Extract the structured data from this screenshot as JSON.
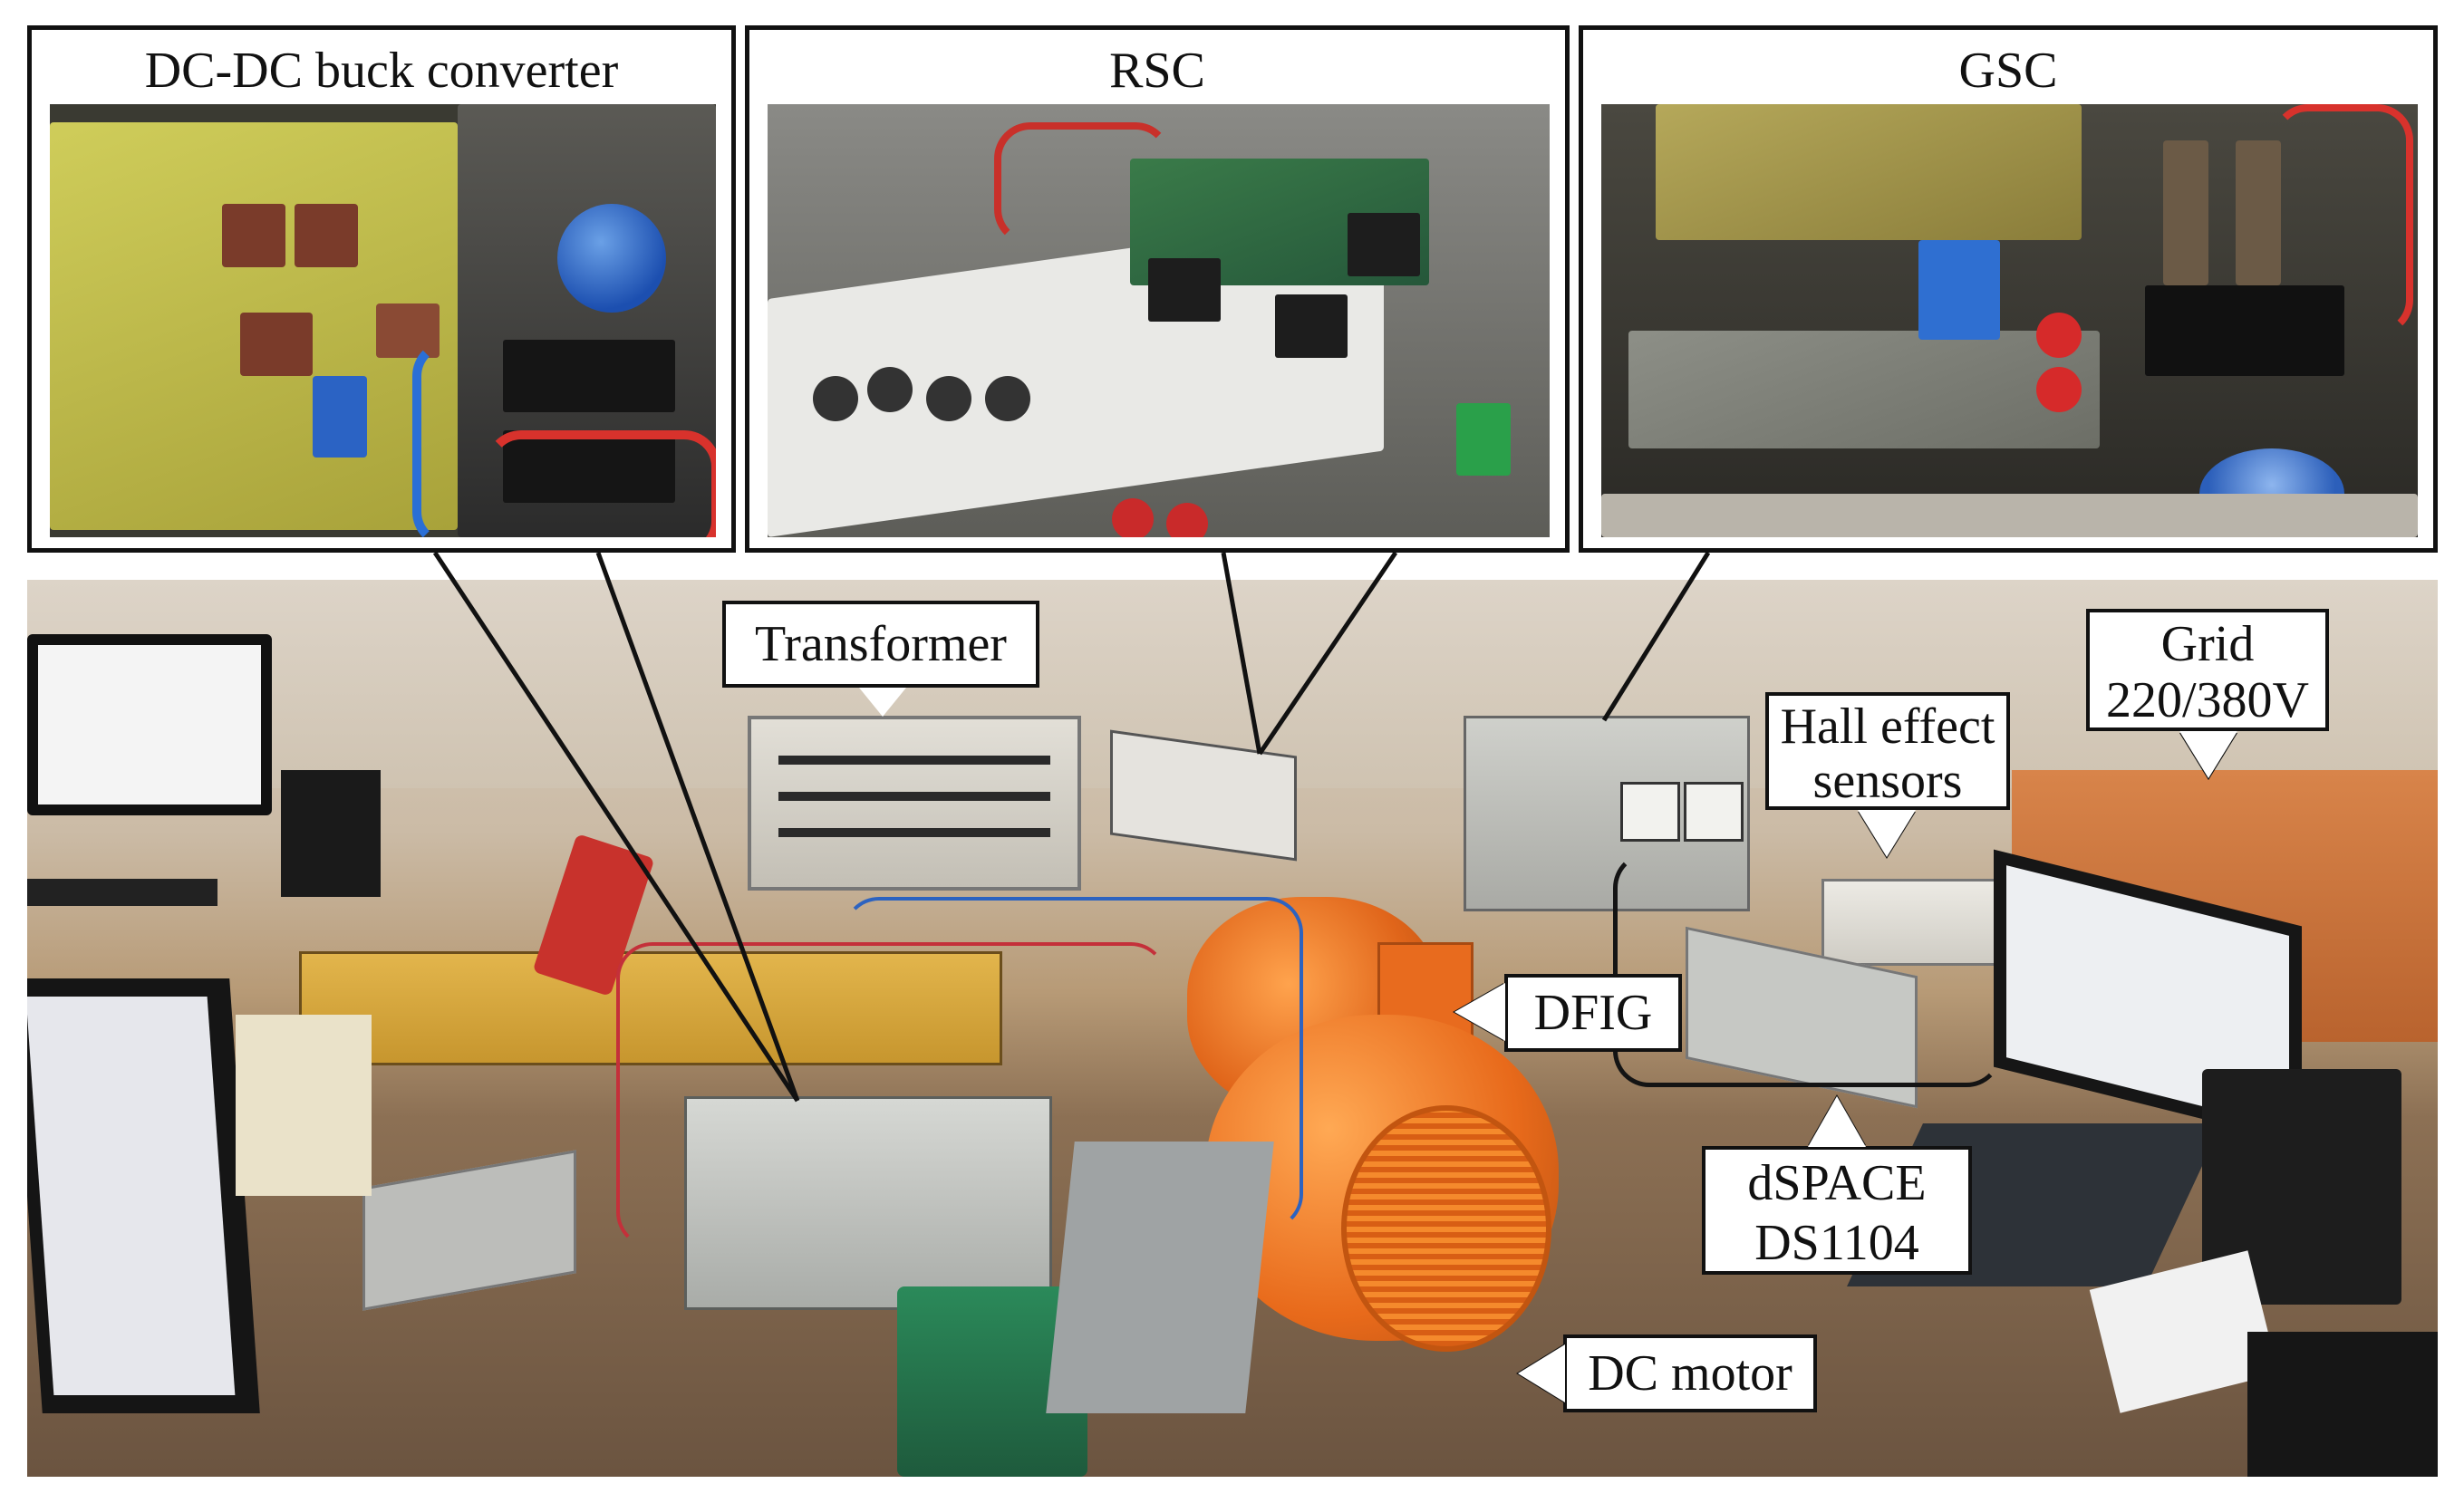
{
  "insets": {
    "buck": {
      "title": "DC-DC buck converter"
    },
    "rsc": {
      "title": "RSC"
    },
    "gsc": {
      "title": "GSC"
    }
  },
  "labels": {
    "transformer": "Transformer",
    "grid_line1": "Grid",
    "grid_line2": "220/380V",
    "hall_line1": "Hall effect",
    "hall_line2": "sensors",
    "dfig": "DFIG",
    "dspace_line1": "dSPACE",
    "dspace_line2": "DS1104",
    "dc_motor": "DC motor"
  },
  "colors": {
    "motor_orange": "#f0731c",
    "pcb_yellow": "#c9c243",
    "pcb_green": "#2f6b3c",
    "bench_orange": "#c9773c",
    "frame": "#111111"
  }
}
